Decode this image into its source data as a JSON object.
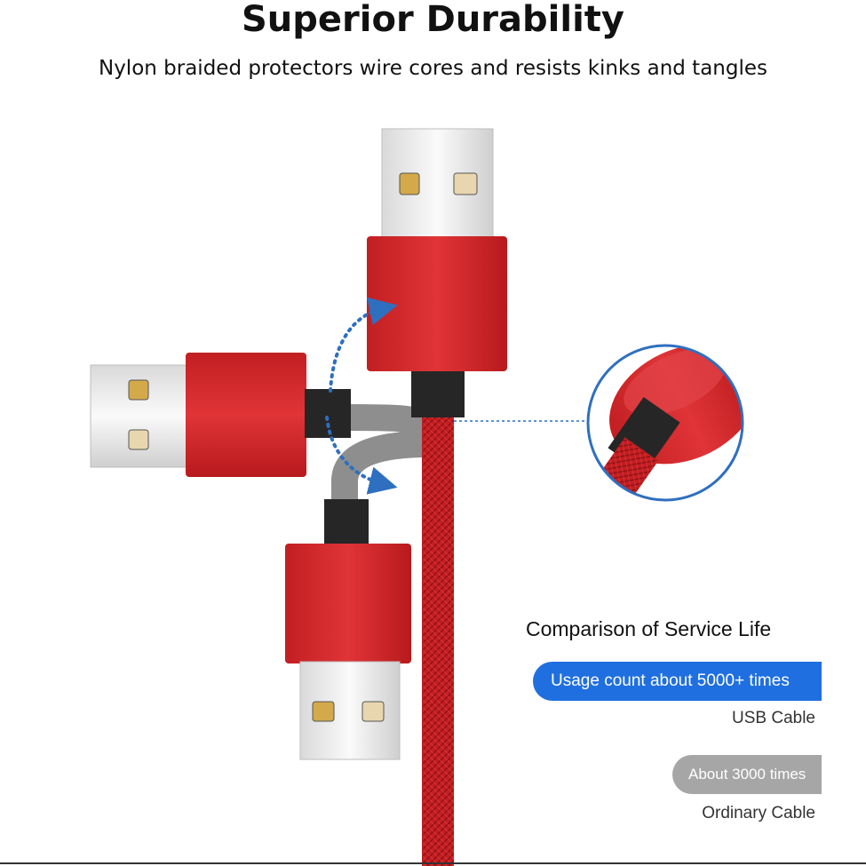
{
  "header": {
    "title": "Superior Durability",
    "subtitle": "Nylon braided protectors wire cores and resists kinks and tangles"
  },
  "comparison": {
    "title": "Comparison of Service Life",
    "usb": {
      "bar_text": "Usage count about 5000+ times",
      "caption": "USB Cable"
    },
    "ordinary": {
      "bar_text": "About 3000 times",
      "caption": "Ordinary Cable"
    }
  },
  "colors": {
    "accent_red": "#d42a2a",
    "usb_bar": "#1f6fe0",
    "ordinary_bar": "#a6a6a6",
    "arrow_blue": "#2f6fbf"
  }
}
